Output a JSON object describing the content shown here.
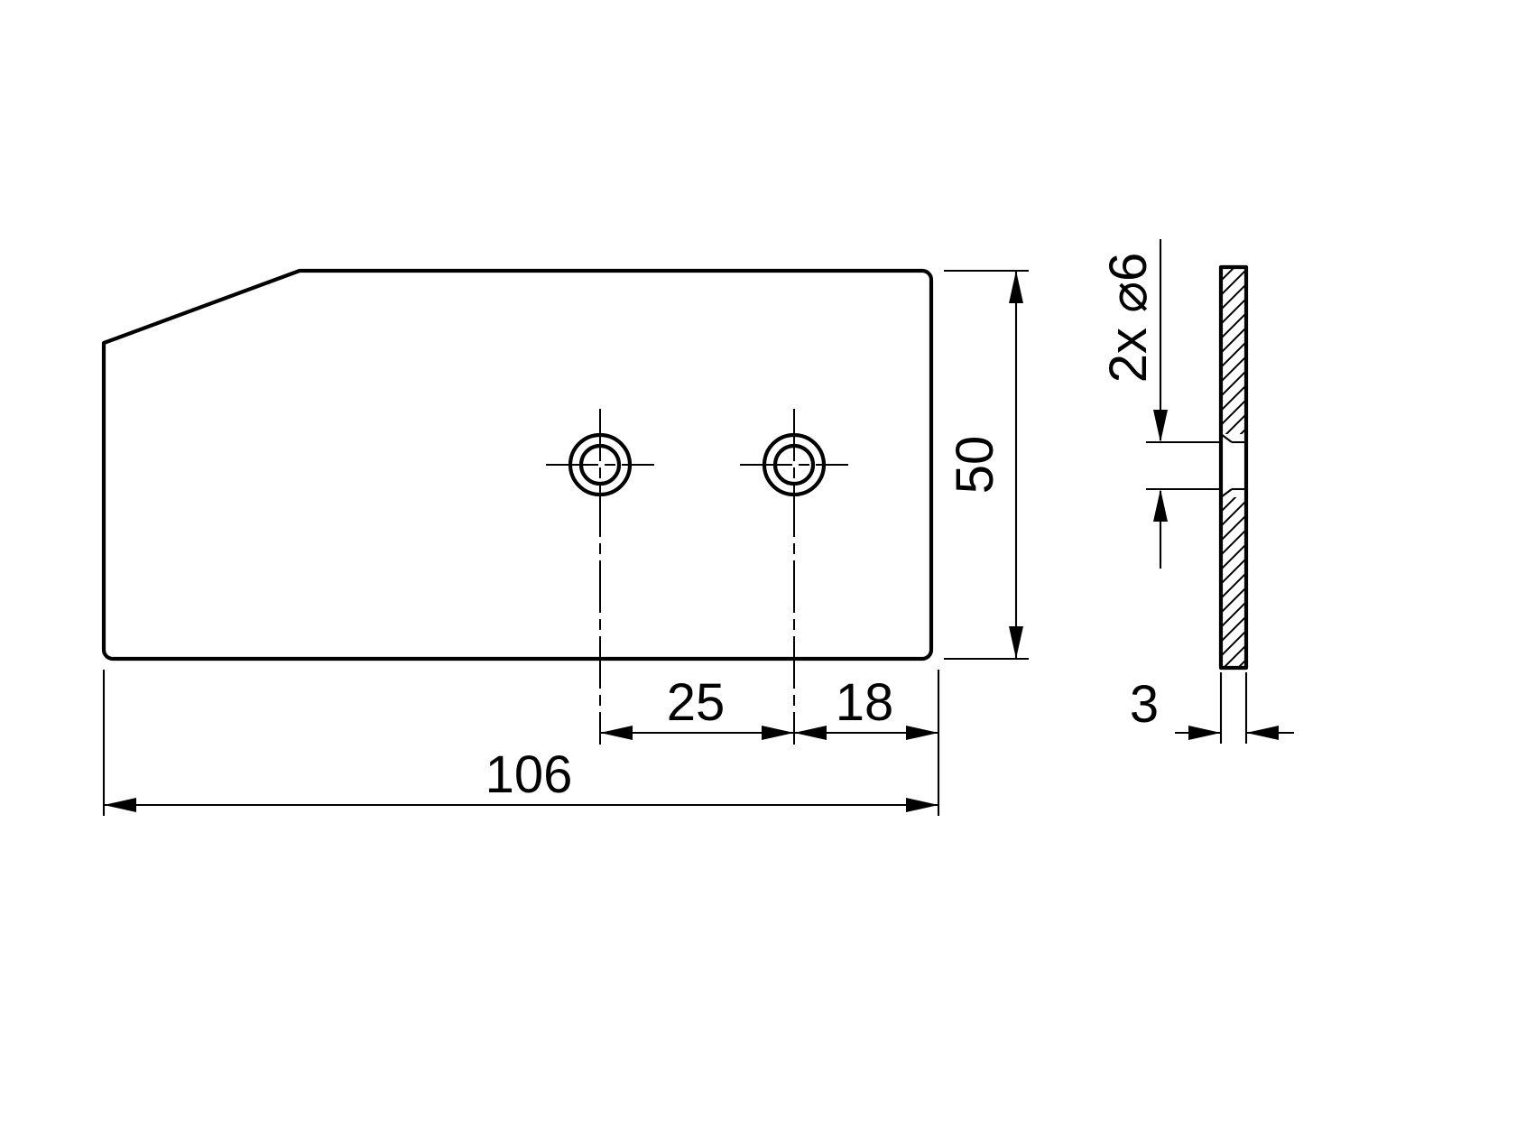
{
  "drawing": {
    "kind": "technical-drawing",
    "background_color": "#ffffff",
    "line_color": "#000000",
    "front_view": {
      "dim_hole_spacing": "25",
      "dim_hole_to_edge": "18",
      "dim_overall_width": "106",
      "dim_overall_height": "50"
    },
    "side_view": {
      "dim_thickness": "3",
      "label_holes": "2x ⌀6"
    }
  }
}
